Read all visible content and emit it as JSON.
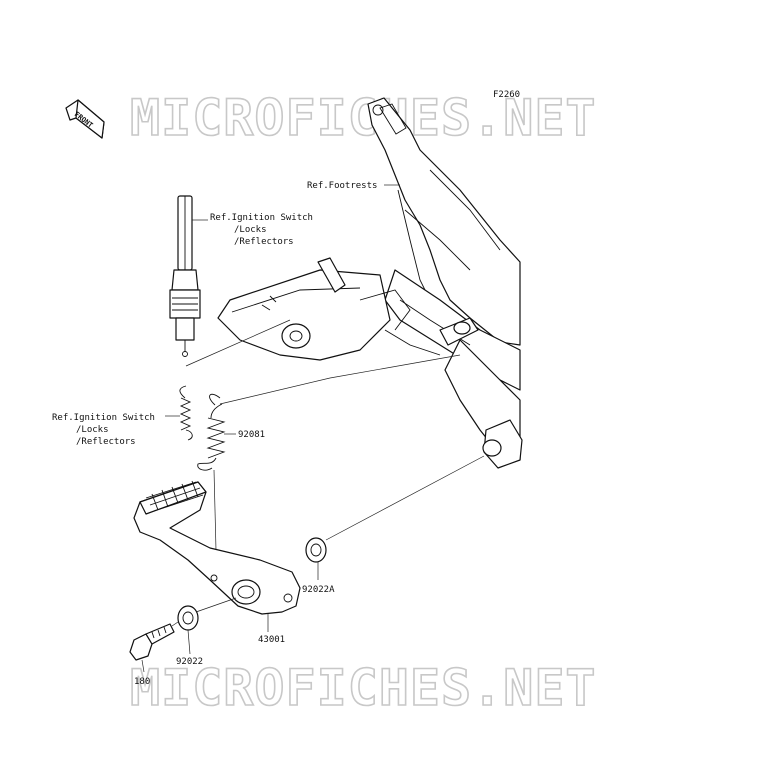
{
  "watermark": {
    "text": "MICROFICHES.NET",
    "color": "#c8c8c8"
  },
  "figure_code": "F2260",
  "front_icon": {
    "icon": "front-arrow-icon",
    "text": "FRONT"
  },
  "callouts": {
    "ref_footrests": "Ref.Footrests",
    "ref_ignition_top": {
      "line1": "Ref.Ignition Switch",
      "line2": "/Locks",
      "line3": "/Reflectors"
    },
    "ref_ignition_left": {
      "line1": "Ref.Ignition Switch",
      "line2": "/Locks",
      "line3": "/Reflectors"
    }
  },
  "part_numbers": {
    "spring": "92081",
    "washer_right": "92022A",
    "pedal": "43001",
    "washer_left": "92022",
    "bolt": "180"
  }
}
